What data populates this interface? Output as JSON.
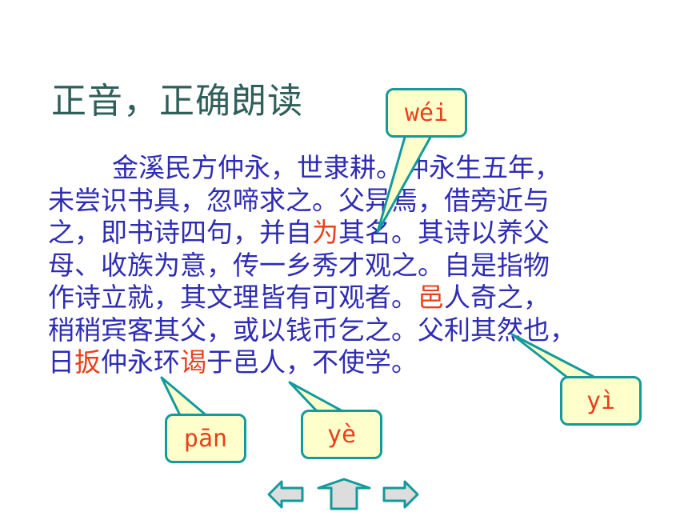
{
  "title": "正音，正确朗读",
  "passage": {
    "lines": [
      [
        {
          "t": "金溪民方仲永，世隶耕。仲永生五年，"
        }
      ],
      [
        {
          "t": "未尝识书具，忽啼求之。父异焉，借旁近与"
        }
      ],
      [
        {
          "t": "之，即书诗四句，并自"
        },
        {
          "t": "为",
          "hl": true
        },
        {
          "t": "其名。其诗以养父"
        }
      ],
      [
        {
          "t": "母、收族为意，传一乡秀才观之。自是指物"
        }
      ],
      [
        {
          "t": "作诗立就，其文理皆有可观者。"
        },
        {
          "t": "邑",
          "hl": true
        },
        {
          "t": "人奇之，"
        }
      ],
      [
        {
          "t": "稍稍宾客其父，或以钱币乞之。父利其然也，"
        }
      ],
      [
        {
          "t": "日"
        },
        {
          "t": "扳",
          "hl": true
        },
        {
          "t": "仲永环"
        },
        {
          "t": "谒",
          "hl": true
        },
        {
          "t": "于邑人，不使学。"
        }
      ]
    ]
  },
  "annotations": {
    "wei": "wéi",
    "yi": "yì",
    "pan": "pān",
    "ye": "yè"
  },
  "colors": {
    "title": "#2f5f5a",
    "body_text": "#2e2bb5",
    "highlight": "#e8401c",
    "bubble_fill": "#ffffcc",
    "bubble_border": "#139a9a",
    "nav_fill": "#dddddd"
  },
  "nav": {
    "prev_icon": "left-arrow-icon",
    "home_icon": "up-arrow-icon",
    "next_icon": "right-arrow-icon"
  }
}
